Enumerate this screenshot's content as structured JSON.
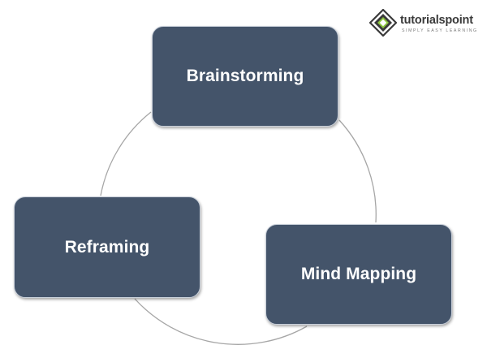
{
  "logo": {
    "brand": "tutorialspoint",
    "tagline": "SIMPLY EASY LEARNING"
  },
  "diagram": {
    "nodes": [
      {
        "id": "brainstorming",
        "label": "Brainstorming"
      },
      {
        "id": "mind-mapping",
        "label": "Mind Mapping"
      },
      {
        "id": "reframing",
        "label": "Reframing"
      }
    ]
  },
  "colors": {
    "node_fill": "#44546a",
    "node_text": "#ffffff",
    "connector": "#a6a6a6",
    "brand_green": "#8dc63f"
  }
}
